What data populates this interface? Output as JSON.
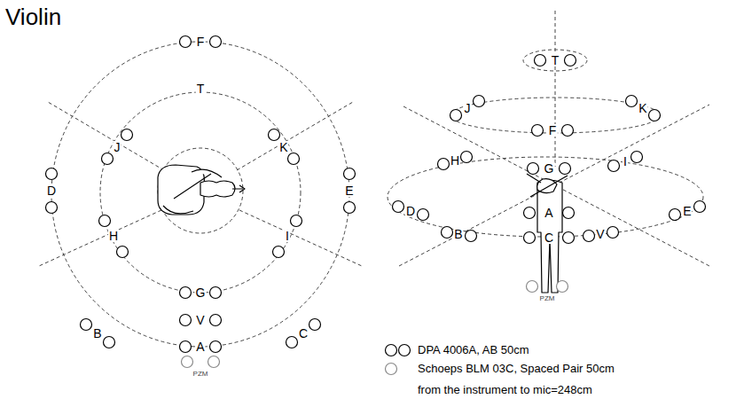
{
  "diagram": {
    "title": "Violin",
    "nodes": [
      {
        "text": [
          "T"
        ]
      }
    ],
    "labels": [
      "F",
      "J",
      "K",
      "T",
      "D",
      "E",
      "H",
      "I",
      "G",
      "V",
      "A",
      "B",
      "C",
      "PZM",
      "J",
      "K",
      "F",
      "H",
      "G",
      "I",
      "D",
      "E",
      "B",
      "V",
      "A",
      "C",
      "PZM",
      "from the instrument to mic=248cm"
    ],
    "legend": [
      {
        "text": "DPA 4006A, AB 50cm"
      },
      {
        "text": "Schoeps BLM 03C, Spaced Pair 50cm"
      }
    ]
  }
}
